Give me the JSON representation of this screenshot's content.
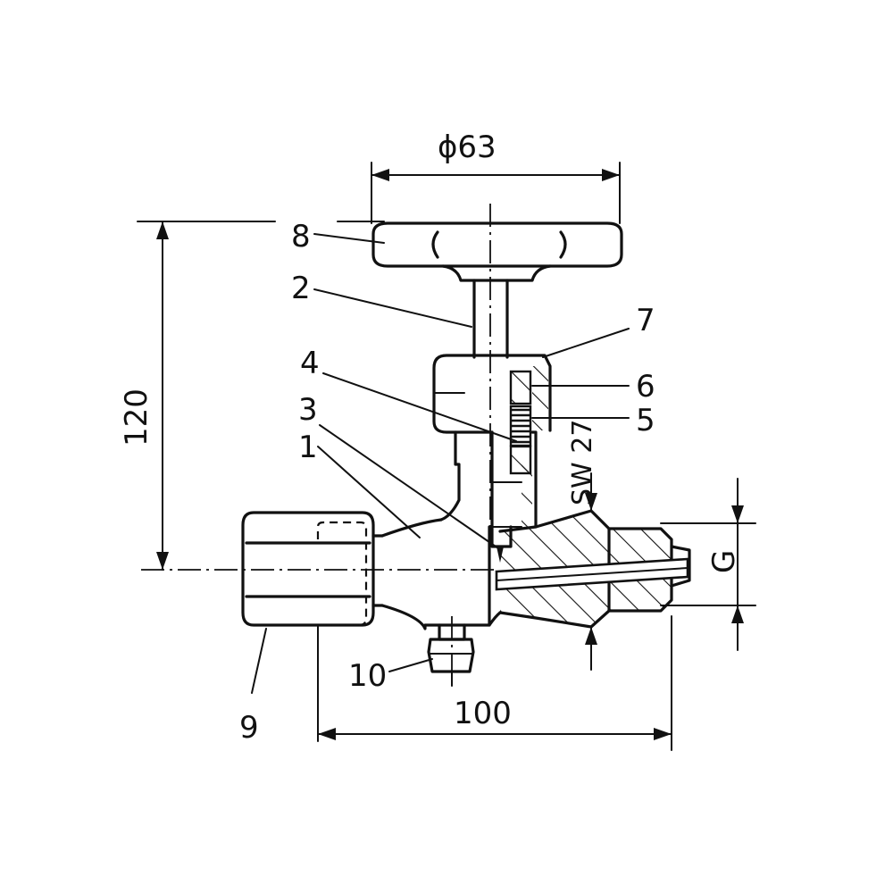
{
  "dimensions": {
    "diameter": "ϕ63",
    "height": "120",
    "length": "100",
    "thread": "G",
    "wrench": "SW 27"
  },
  "part_labels": [
    "8",
    "2",
    "4",
    "3",
    "1",
    "7",
    "6",
    "5",
    "10",
    "9"
  ]
}
